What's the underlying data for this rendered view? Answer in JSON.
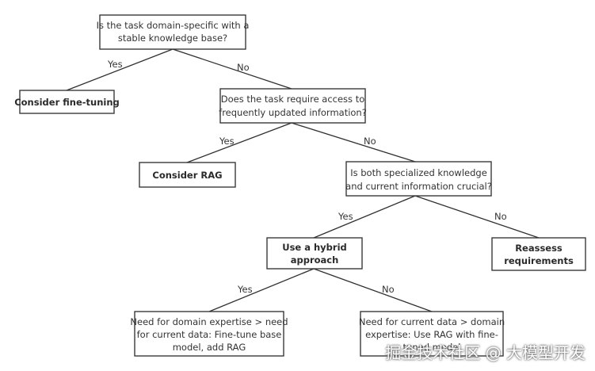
{
  "nodes": {
    "q1": {
      "lines": [
        "Is the task domain-specific with a",
        "stable knowledge base?"
      ]
    },
    "fine_tuning": {
      "lines": [
        "Consider fine-tuning"
      ]
    },
    "q2": {
      "lines": [
        "Does the task require access to",
        "frequently updated information?"
      ]
    },
    "rag": {
      "lines": [
        "Consider RAG"
      ]
    },
    "q3": {
      "lines": [
        "Is both specialized knowledge",
        "and current information crucial?"
      ]
    },
    "hybrid": {
      "lines": [
        "Use a hybrid",
        "approach"
      ]
    },
    "reassess": {
      "lines": [
        "Reassess",
        "requirements"
      ]
    },
    "domain_first": {
      "lines": [
        "Need for domain expertise > need",
        "for current data: Fine-tune base",
        "model, add RAG"
      ]
    },
    "current_first": {
      "lines": [
        "Need for current data > domain",
        "expertise: Use RAG with fine-",
        "tuned model"
      ]
    }
  },
  "edges": {
    "q1_yes": "Yes",
    "q1_no": "No",
    "q2_yes": "Yes",
    "q2_no": "No",
    "q3_yes": "Yes",
    "q3_no": "No",
    "hybrid_yes": "Yes",
    "hybrid_no": "No"
  },
  "watermark": "掘金技术社区 @ 大模型开发"
}
